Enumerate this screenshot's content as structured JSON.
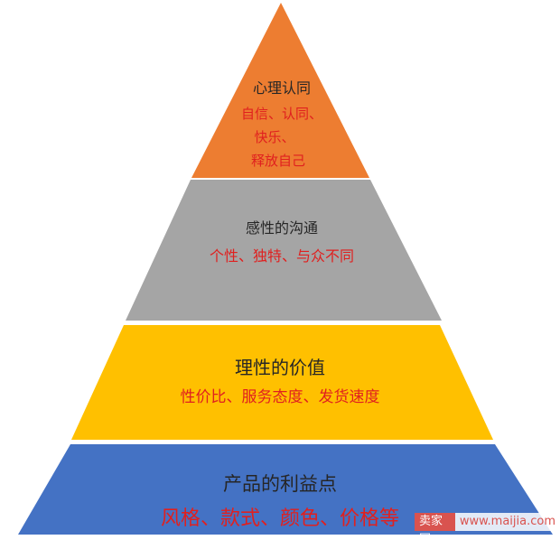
{
  "diagram": {
    "levels": [
      {
        "title": "心理认同",
        "desc_lines": [
          "自信、认同、",
          "快乐、",
          "释放自己"
        ],
        "color": "#ed7d31"
      },
      {
        "title": "感性的沟通",
        "desc_lines": [
          "个性、独特、与众不同"
        ],
        "color": "#a5a5a5"
      },
      {
        "title": "理性的价值",
        "desc_lines": [
          "性价比、服务态度、发货速度"
        ],
        "color": "#ffc000"
      },
      {
        "title": "产品的利益点",
        "desc_lines": [
          "风格、款式、颜色、价格等"
        ],
        "color": "#4472c4"
      }
    ],
    "title_color": "#262626",
    "desc_color": "#e0201f"
  },
  "watermark": {
    "brand": "卖家网",
    "url": "www.maijia.com",
    "color": "#d9534f"
  }
}
